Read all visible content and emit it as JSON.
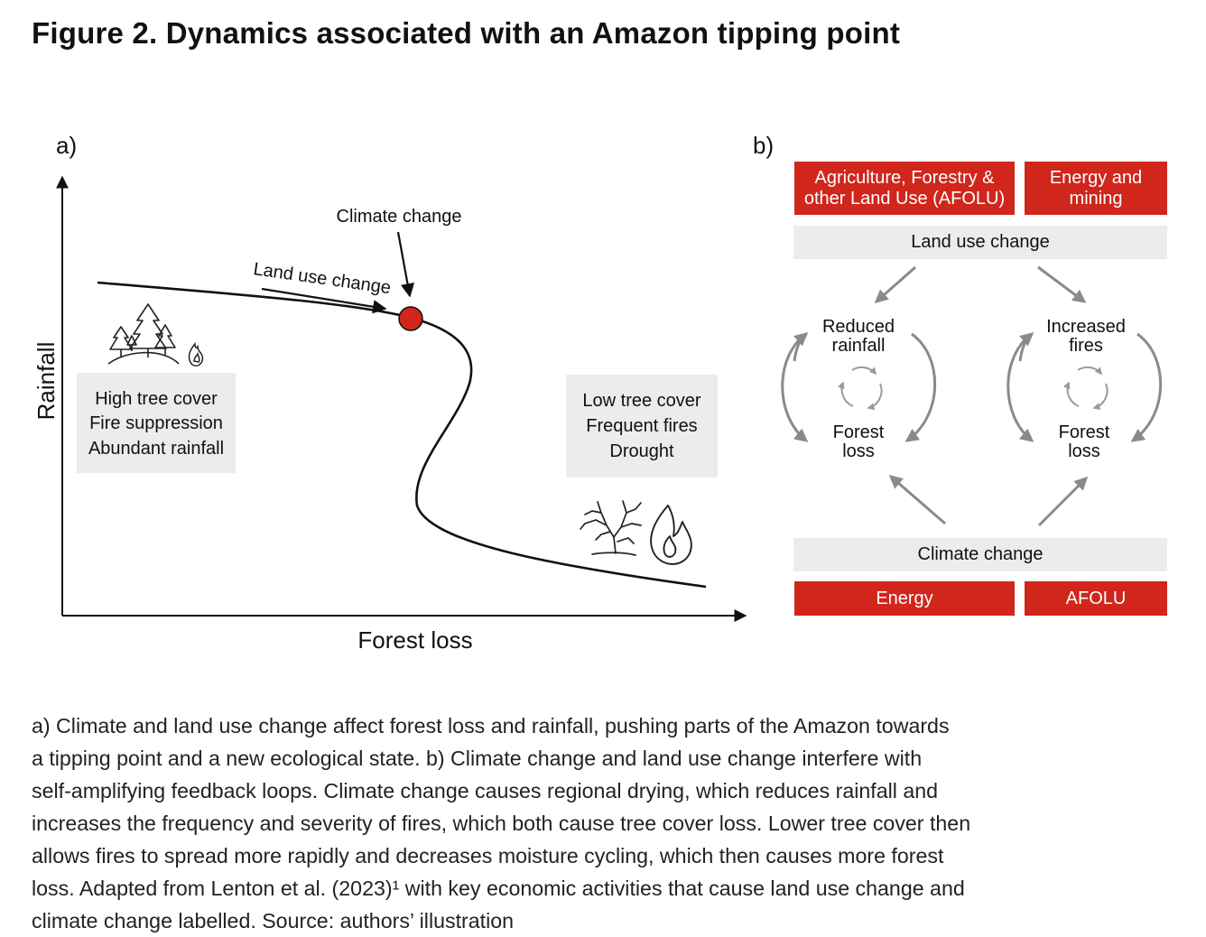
{
  "title": "Figure 2. Dynamics associated with an Amazon tipping point",
  "panel_a": {
    "label": "a)",
    "y_axis_label": "Rainfall",
    "x_axis_label": "Forest loss",
    "climate_change_label": "Climate change",
    "land_use_change_label": "Land use change",
    "left_state": [
      "High tree cover",
      "Fire suppression",
      "Abundant rainfall"
    ],
    "right_state": [
      "Low tree cover",
      "Frequent fires",
      "Drought"
    ],
    "icons": [
      "trees-icon",
      "small-fire-icon",
      "dead-tree-icon",
      "fire-icon"
    ],
    "tipping_point_color": "#d0261c"
  },
  "panel_b": {
    "label": "b)",
    "top_drivers": [
      "Agriculture, Forestry & other Land Use (AFOLU)",
      "Energy and mining"
    ],
    "land_use_change_label": "Land use change",
    "left_loop": {
      "top": "Reduced rainfall",
      "bottom": "Forest loss"
    },
    "right_loop": {
      "top": "Increased fires",
      "bottom": "Forest loss"
    },
    "climate_change_label": "Climate change",
    "bottom_drivers": [
      "Energy",
      "AFOLU"
    ],
    "colors": {
      "driver_red": "#d0261c",
      "band_gray": "#ececec",
      "arrow_gray": "#8a8a8a"
    }
  },
  "caption": [
    "a) Climate and land use change affect forest loss and rainfall, pushing parts of the Amazon towards",
    "a tipping point and a new ecological state. b) Climate change and land use change interfere with",
    "self-amplifying feedback loops. Climate change causes regional drying, which reduces rainfall and",
    "increases the frequency and severity of fires, which both cause tree cover loss. Lower tree cover then",
    "allows fires to spread more rapidly and decreases moisture cycling, which then causes more forest",
    "loss. Adapted from Lenton et al. (2023)¹ with key economic activities that cause land use change and",
    "climate change labelled. Source: authors’ illustration"
  ]
}
